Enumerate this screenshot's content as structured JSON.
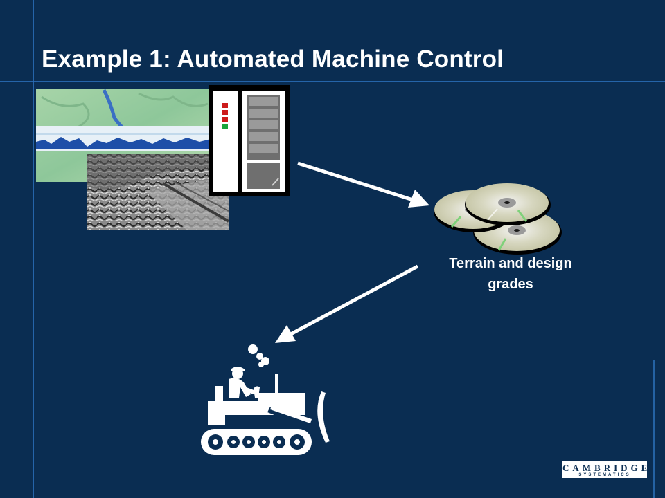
{
  "slide": {
    "title": "Example 1:  Automated Machine Control",
    "caption": "Terrain and design grades",
    "logo": {
      "name": "CAMBRIDGE",
      "subtitle": "SYSTEMATICS"
    }
  },
  "icons": [
    "terrain-map-image",
    "server-tower-icon",
    "cd-discs-icon",
    "bulldozer-icon",
    "arrow-icon"
  ],
  "colors": {
    "background": "#0a2d52",
    "accent_line": "#2a6fb8",
    "text": "#ffffff"
  }
}
